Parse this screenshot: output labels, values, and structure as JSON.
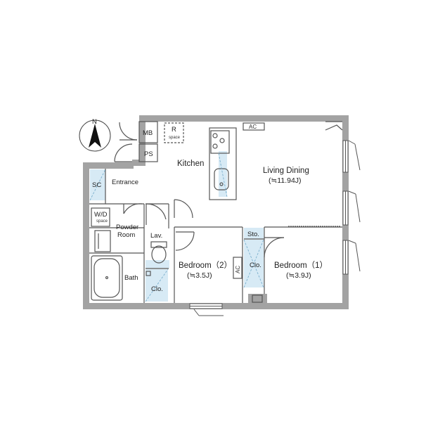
{
  "compass": {
    "north_label": "N"
  },
  "rooms": {
    "mb": "MB",
    "ps": "PS",
    "r_space": {
      "letter": "R",
      "sub": "space"
    },
    "kitchen": "Kitchen",
    "living_dining": {
      "name": "Living Dining",
      "size": "(≒11.94J)"
    },
    "sc": "SC",
    "entrance": "Entrance",
    "wd_space": {
      "letter": "W/D",
      "sub": "space"
    },
    "powder_room": {
      "line1": "Powder",
      "line2": "Room"
    },
    "lav": "Lav.",
    "bath": "Bath",
    "clo_left": "Clo.",
    "bedroom2": {
      "name": "Bedroom（2）",
      "size": "(≒3.5J)"
    },
    "ac_bedroom2": "AC",
    "clo_right": "Clo.",
    "sto": "Sto.",
    "bedroom1": {
      "name": "Bedroom（1）",
      "size": "(≒3.9J)"
    },
    "ac_living": "AC"
  },
  "colors": {
    "wall": "#a3a3a3",
    "storage_fill": "#d7eaf5",
    "line": "#555555",
    "text": "#222222"
  }
}
